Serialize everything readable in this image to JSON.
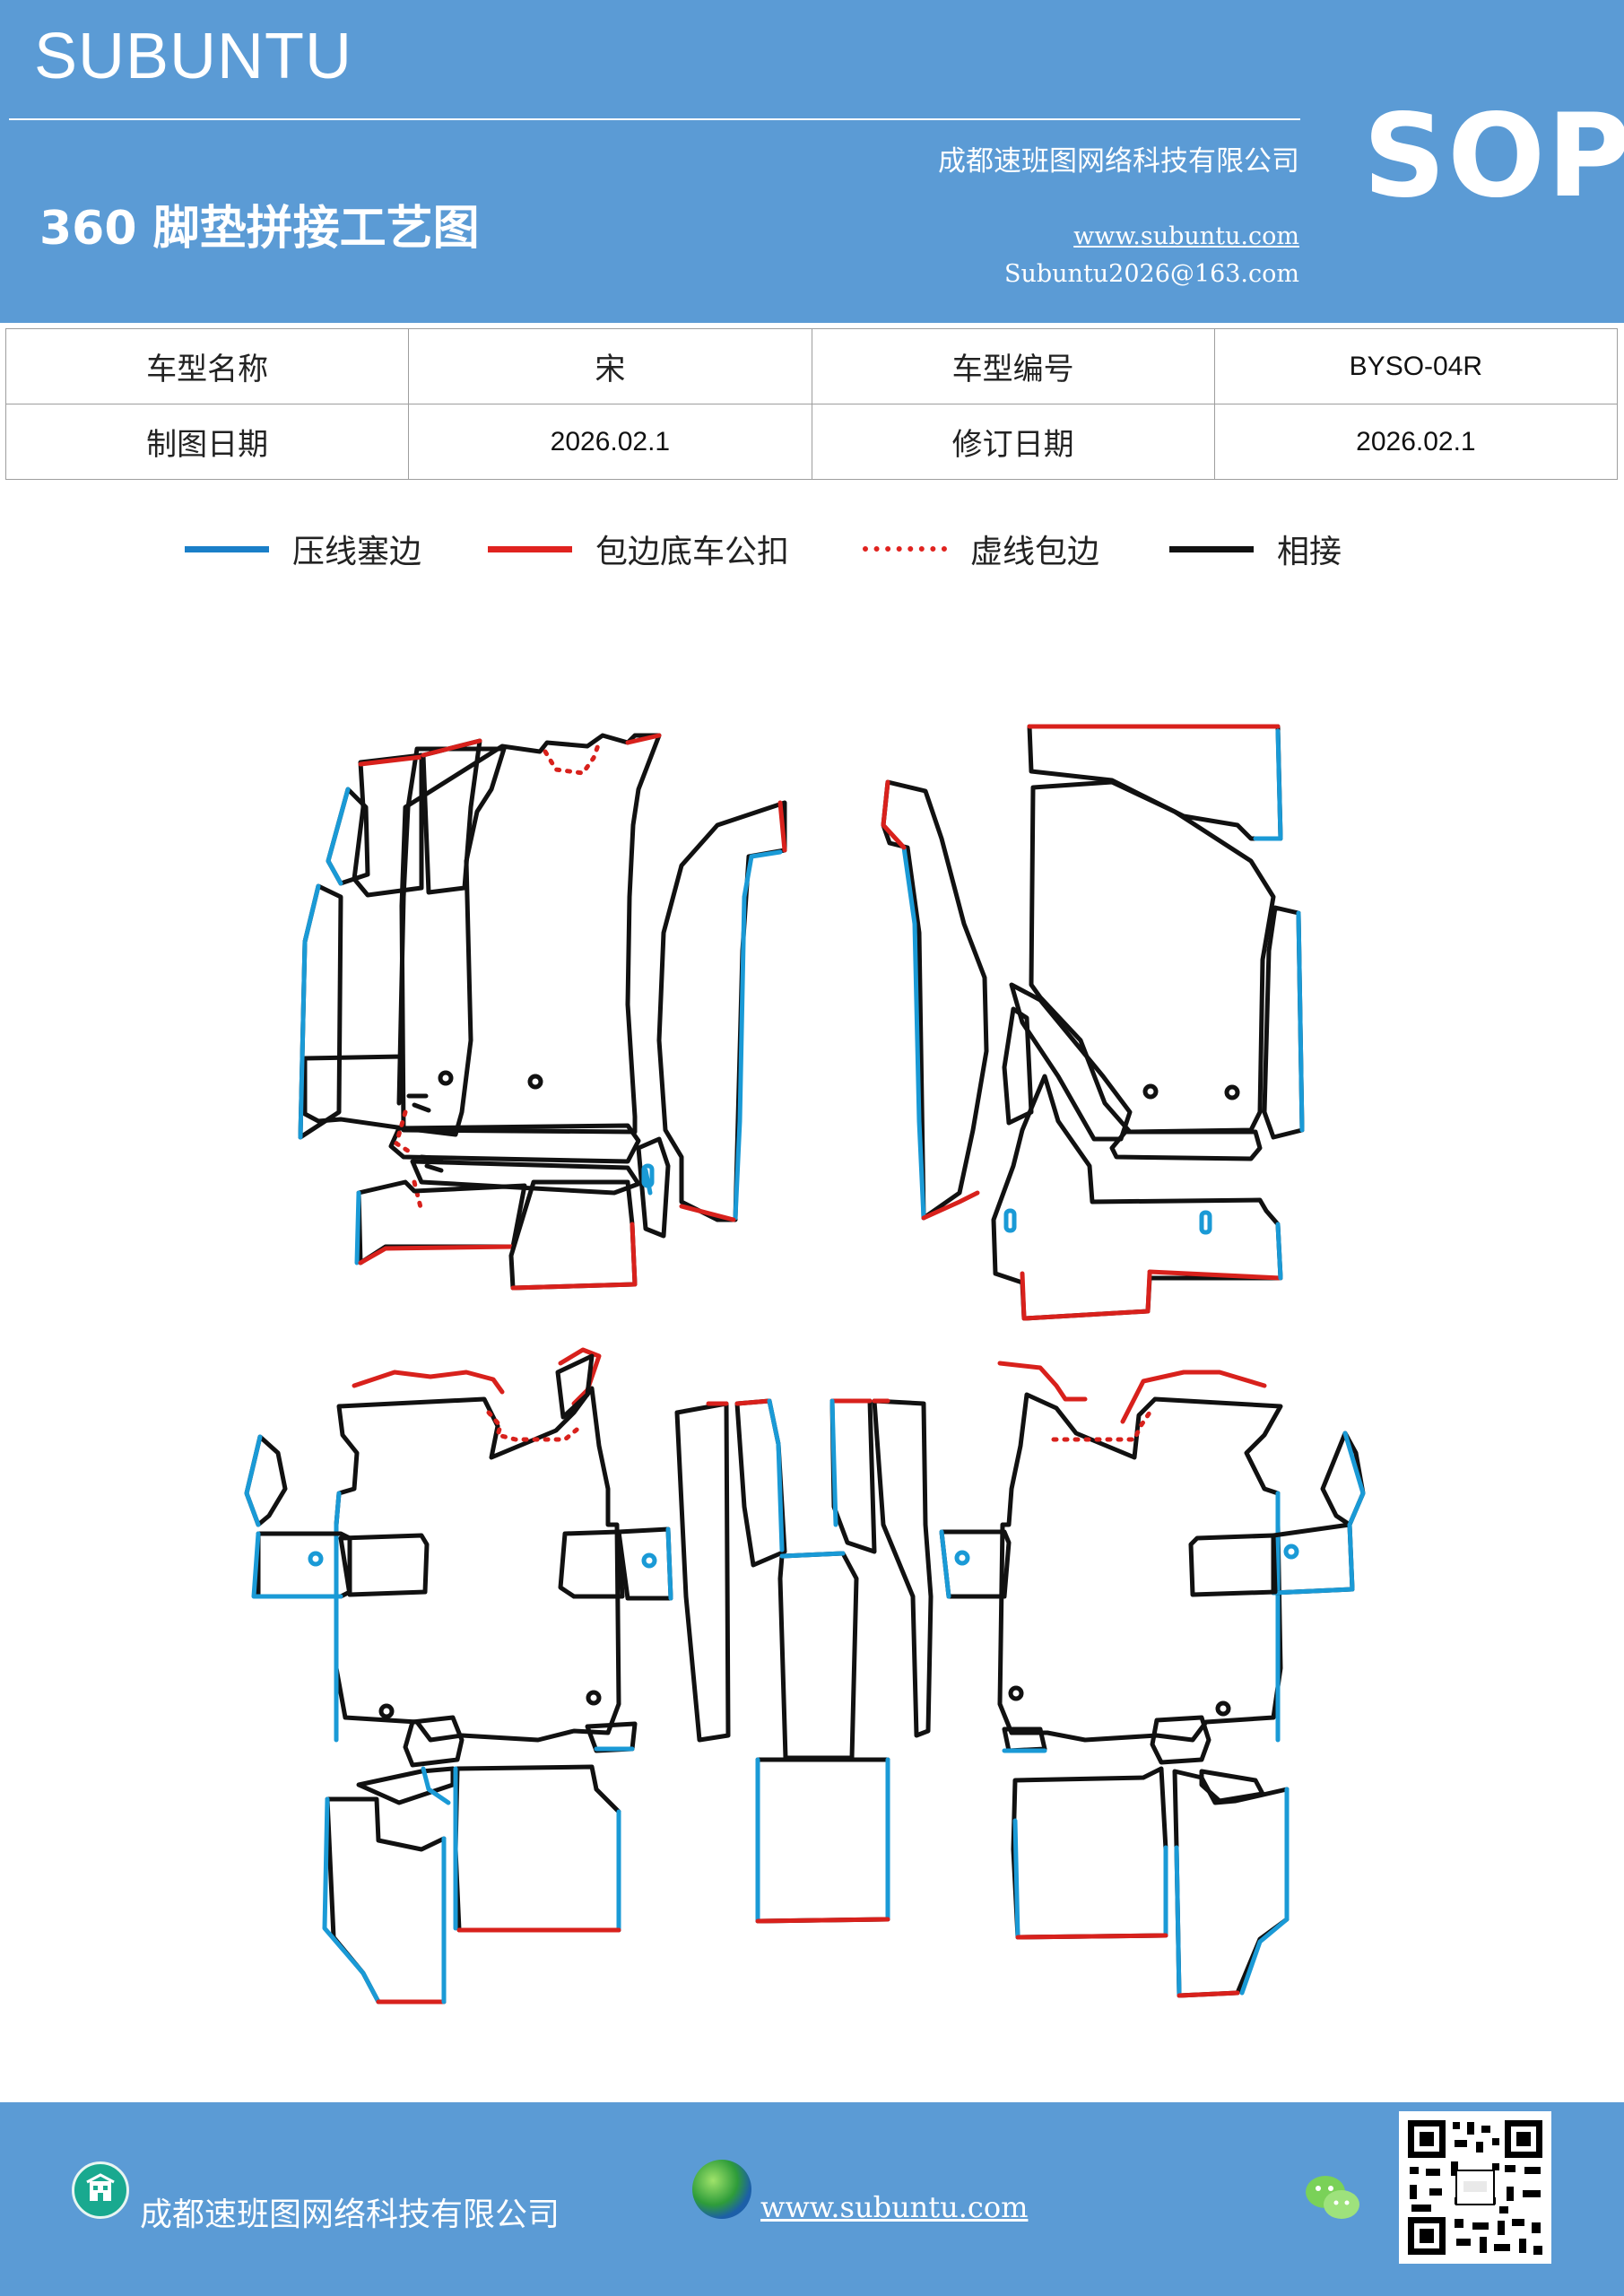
{
  "header": {
    "brand": "SUBUNTU",
    "badge": "SOP",
    "title": "360 脚垫拼接工艺图",
    "company": "成都速班图网络科技有限公司",
    "website": "www.subuntu.com",
    "email": "Subuntu2026@163.com"
  },
  "info": {
    "model_name_label": "车型名称",
    "model_name": "宋",
    "model_code_label": "车型编号",
    "model_code": "BYSO-04R",
    "draw_date_label": "制图日期",
    "draw_date": "2026.02.1",
    "revise_date_label": "修订日期",
    "revise_date": "2026.02.1"
  },
  "legend": [
    {
      "label": "压线塞边",
      "color": "#1a7fc8",
      "style": "solid"
    },
    {
      "label": "包边底车公扣",
      "color": "#e0231f",
      "style": "solid"
    },
    {
      "label": "虚线包边",
      "color": "#e0231f",
      "style": "dotted"
    },
    {
      "label": "相接",
      "color": "#111111",
      "style": "solid"
    }
  ],
  "colors": {
    "header_bg": "#5b9bd5",
    "press_line": "#1a9ad6",
    "hem": "#d8211c",
    "join": "#111111"
  },
  "footer": {
    "company": "成都速班图网络科技有限公司",
    "website": "www.subuntu.com",
    "icons": [
      "building-icon",
      "globe-icon",
      "wechat-icon",
      "qr-code"
    ]
  }
}
